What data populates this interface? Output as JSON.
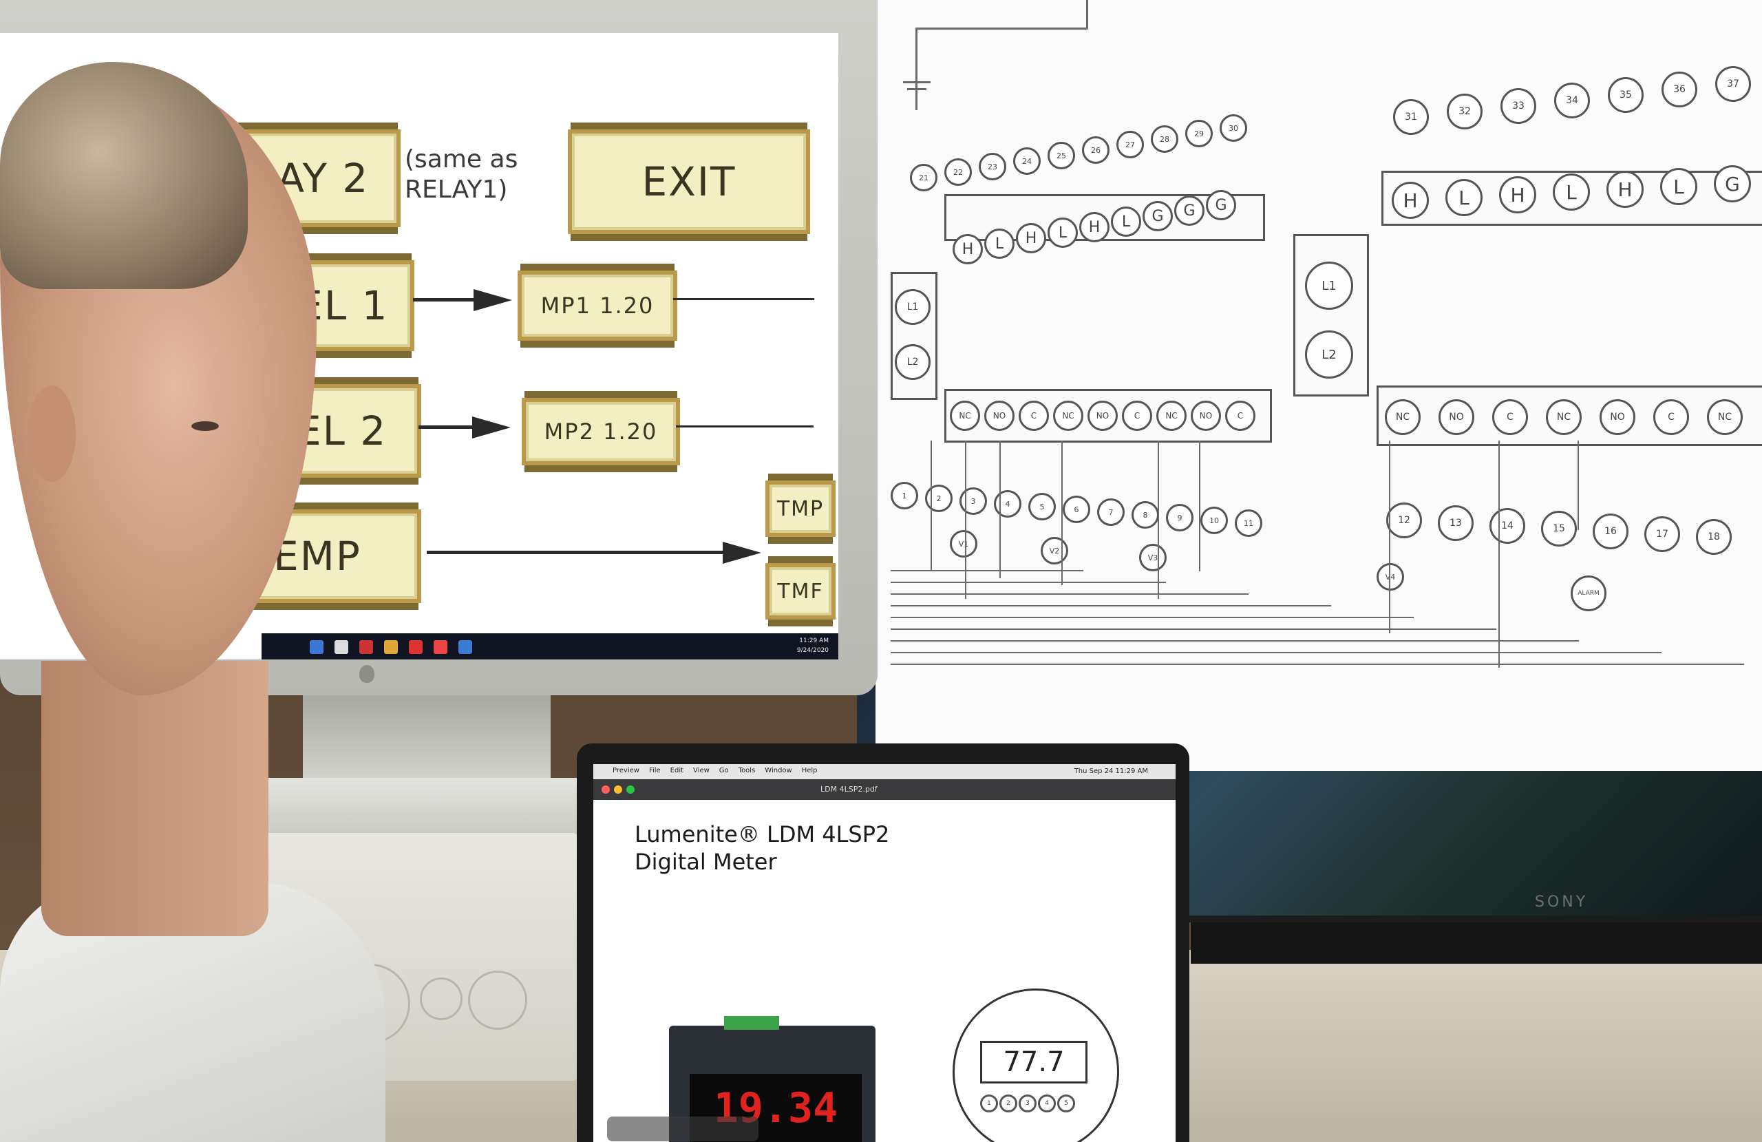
{
  "left_screen": {
    "lcd_labels": {
      "relay2": "RELAY 2",
      "exit": "EXIT",
      "level1": "LEVEL 1",
      "mp1": "MP1 1.20",
      "level2": "EVEL 2",
      "mp2": "MP2 1.20",
      "temp": "EMP",
      "tmp_a": "TMP",
      "tmp_b": "TMF"
    },
    "note": "(same as RELAY1)",
    "taskbar_time": "11:29 AM",
    "taskbar_date": "9/24/2020"
  },
  "right_screen": {
    "terminals_top_left": [
      "21",
      "22",
      "23",
      "24",
      "25",
      "26",
      "27",
      "28",
      "29",
      "30"
    ],
    "strip_top_left": [
      "H",
      "L",
      "H",
      "L",
      "H",
      "L",
      "G",
      "G",
      "G"
    ],
    "terminals_top_right": [
      "31",
      "32",
      "33",
      "34",
      "35",
      "36",
      "37"
    ],
    "strip_top_right": [
      "H",
      "L",
      "H",
      "L",
      "H",
      "L",
      "G"
    ],
    "power_left": [
      "L1",
      "L2"
    ],
    "power_right": [
      "L1",
      "L2"
    ],
    "relay_strip_left": [
      "NC",
      "NO",
      "C",
      "NC",
      "NO",
      "C",
      "NC",
      "NO",
      "C"
    ],
    "relay_strip_right": [
      "NC",
      "NO",
      "C",
      "NC",
      "NO",
      "C",
      "NC"
    ],
    "terminals_bottom_left": [
      "1",
      "2",
      "3",
      "4",
      "5",
      "6",
      "7",
      "8",
      "9",
      "10",
      "11"
    ],
    "terminals_bottom_right": [
      "12",
      "13",
      "14",
      "15",
      "16",
      "17",
      "18"
    ],
    "valves": [
      "V1",
      "V2",
      "V3",
      "V4"
    ],
    "alarm": "ALARM"
  },
  "laptop": {
    "menubar": [
      "Preview",
      "File",
      "Edit",
      "View",
      "Go",
      "Tools",
      "Window",
      "Help"
    ],
    "clock": "Thu Sep 24  11:29 AM",
    "doc_title": "LDM 4LSP2.pdf",
    "meter_title_line1": "Lumenite® LDM 4LSP2",
    "meter_title_line2": "Digital Meter",
    "meter_reading": "19.34",
    "drawing_reading": "77.7",
    "drawing_terminals": [
      "1",
      "2",
      "3",
      "4",
      "5"
    ]
  },
  "tv": {
    "brand": "SONY"
  },
  "colors": {
    "lcd_background": "#f4efc3",
    "meter_led": "#e0231f",
    "schematic_ink": "#555555"
  }
}
